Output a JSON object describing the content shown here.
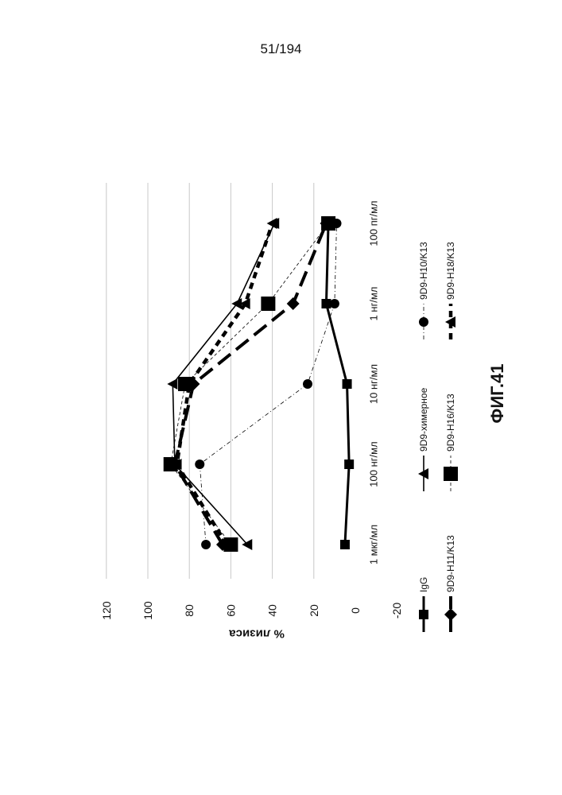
{
  "page_number": "51/194",
  "figure_caption": "ФИГ.41",
  "chart_data": {
    "type": "line",
    "ylabel": "% лизиса",
    "xlabel": "",
    "ylim": [
      -20,
      120
    ],
    "yticks": [
      120,
      100,
      80,
      60,
      40,
      20,
      0,
      -20
    ],
    "categories": [
      "1 мкг/мл",
      "100 нг/мл",
      "10 нг/мл",
      "1 нг/мл",
      "100 пг/мл"
    ],
    "grid": true,
    "legend_position": "bottom",
    "series": [
      {
        "name": "IgG",
        "values": [
          5,
          3,
          4,
          14,
          13
        ],
        "marker": "square",
        "style": "solid-thick",
        "color": "#000000"
      },
      {
        "name": "9D9-химерное",
        "values": [
          52,
          87,
          88,
          57,
          39
        ],
        "marker": "triangle",
        "style": "solid",
        "color": "#000000"
      },
      {
        "name": "9D9-H10/K13",
        "values": [
          72,
          75,
          23,
          10,
          9
        ],
        "marker": "circle",
        "style": "thin-dashdot",
        "color": "#000000"
      },
      {
        "name": "9D9-H11/K13",
        "values": [
          64,
          87,
          78,
          30,
          14
        ],
        "marker": "diamond",
        "style": "long-dash",
        "color": "#000000"
      },
      {
        "name": "9D9-H16/K13",
        "values": [
          60,
          89,
          82,
          42,
          13
        ],
        "marker": "square-large",
        "style": "thin-dash",
        "color": "#000000"
      },
      {
        "name": "9D9-H18/K13",
        "values": [
          62,
          86,
          80,
          53,
          40
        ],
        "marker": "triangle",
        "style": "short-dash",
        "color": "#000000"
      }
    ]
  }
}
